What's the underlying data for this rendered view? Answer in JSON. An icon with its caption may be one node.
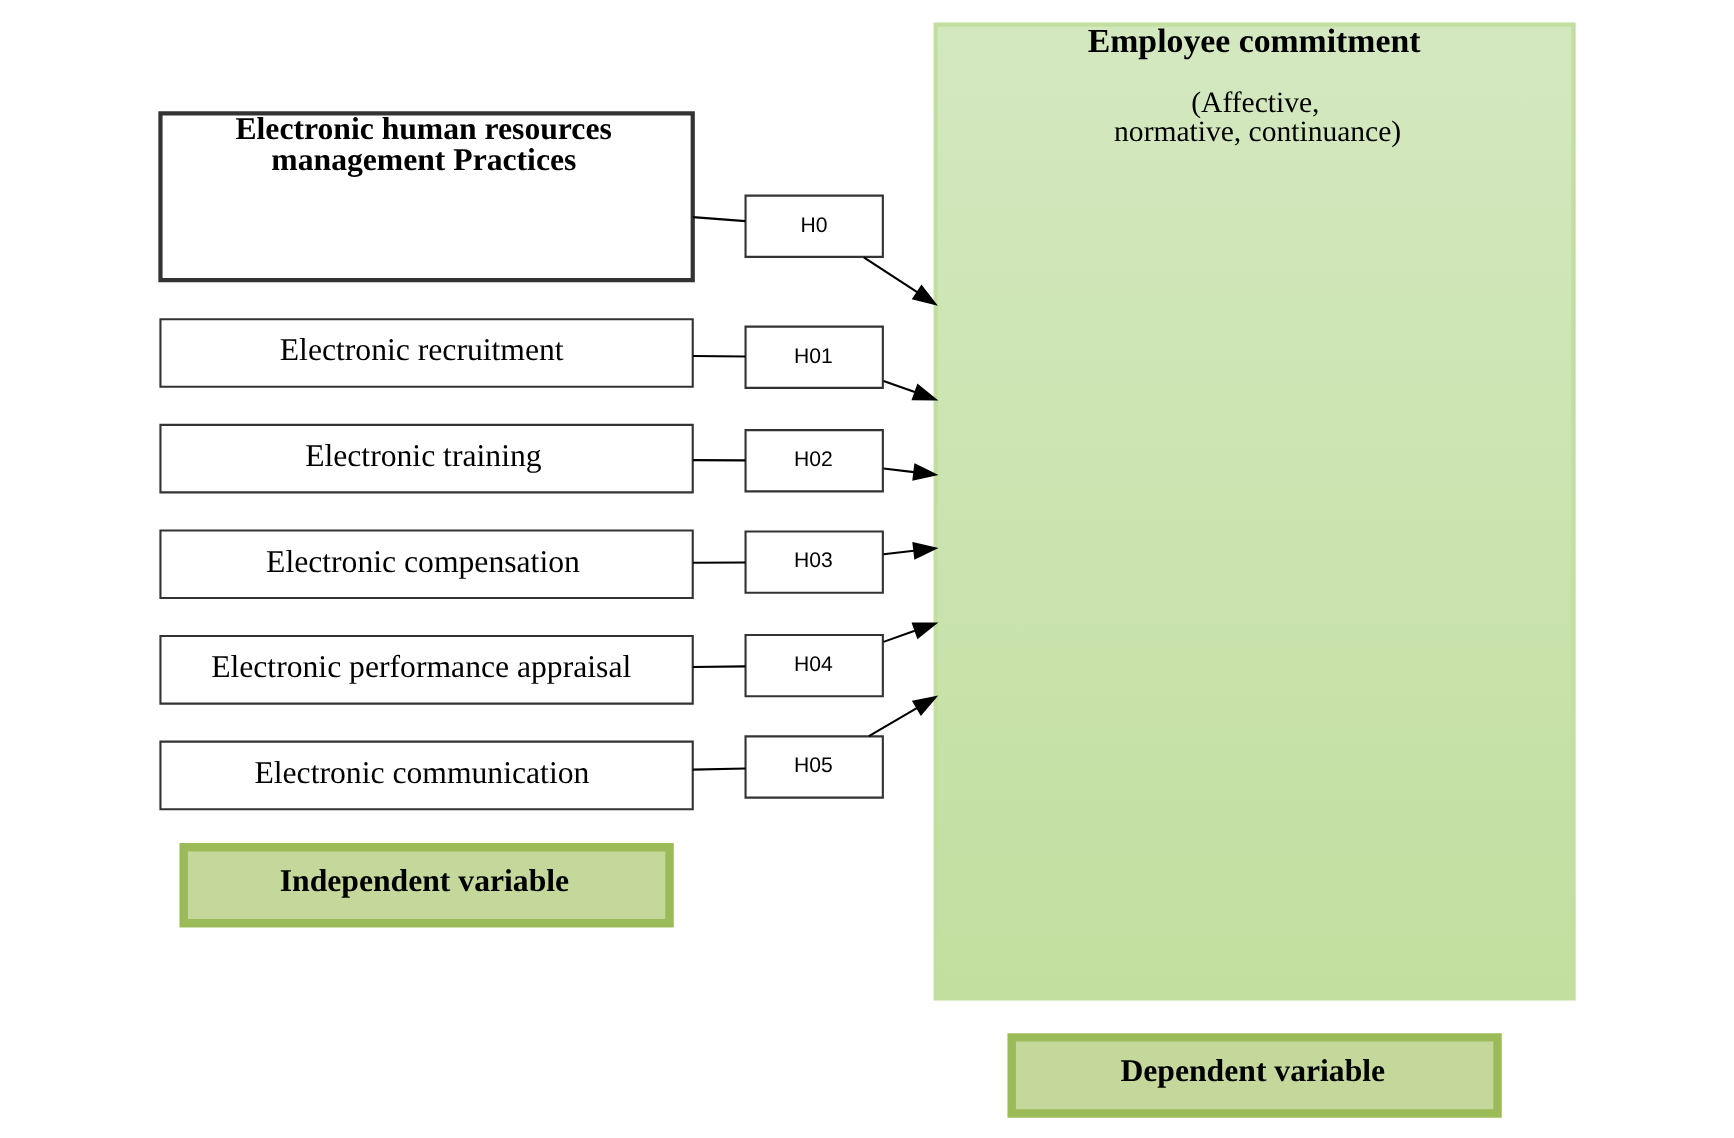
{
  "diagram": {
    "nodes": [
      {
        "text": [
          "Independent variable"
        ]
      },
      {
        "text": [
          "Dependent variable"
        ]
      },
      {
        "text": [
          "Electronic human resources management Practices"
        ]
      },
      {
        "text": [
          "Electronic recruitment"
        ]
      },
      {
        "text": [
          "Electronic training"
        ]
      },
      {
        "text": [
          "Electronic compensation"
        ]
      },
      {
        "text": [
          "Electronic performance appraisal"
        ]
      },
      {
        "text": [
          "Electronic communication"
        ]
      },
      {
        "text": [
          "H0"
        ]
      },
      {
        "text": [
          "H01"
        ]
      },
      {
        "text": [
          "H02"
        ]
      },
      {
        "text": [
          "H03"
        ]
      },
      {
        "text": [
          "H04"
        ]
      },
      {
        "text": [
          "H05"
        ]
      },
      {
        "text": [
          "Employee commitment",
          "(Affective, normative, continuance)"
        ]
      }
    ],
    "edges": [
      {
        "from": 2,
        "to": 8,
        "arrow": "none"
      },
      {
        "from": 8,
        "to": 14,
        "arrow": "to"
      },
      {
        "from": 3,
        "to": 9,
        "arrow": "none"
      },
      {
        "from": 9,
        "to": 14,
        "arrow": "to"
      },
      {
        "from": 4,
        "to": 10,
        "arrow": "none"
      },
      {
        "from": 10,
        "to": 14,
        "arrow": "to"
      },
      {
        "from": 5,
        "to": 11,
        "arrow": "none"
      },
      {
        "from": 11,
        "to": 14,
        "arrow": "to"
      },
      {
        "from": 6,
        "to": 12,
        "arrow": "none"
      },
      {
        "from": 12,
        "to": 14,
        "arrow": "to"
      },
      {
        "from": 7,
        "to": 13,
        "arrow": "none"
      },
      {
        "from": 13,
        "to": 14,
        "arrow": "to"
      }
    ]
  }
}
